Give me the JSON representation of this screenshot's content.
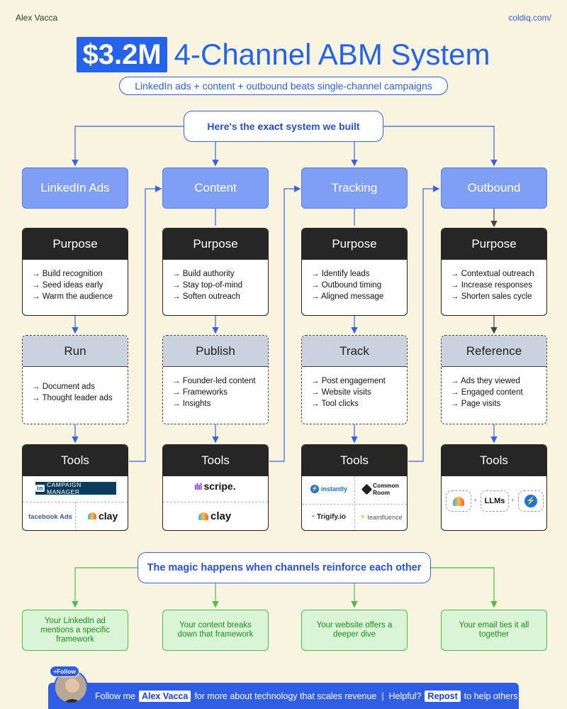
{
  "header": {
    "author": "Alex Vacca",
    "site": "coldiq.com/"
  },
  "title": {
    "highlight": "$3.2M",
    "rest": "4-Channel ABM System"
  },
  "subtitle": "LinkedIn ads + content + outbound beats single-channel campaigns",
  "hero": {
    "pre": "Here's the",
    "bold": "exact",
    "post": "system we built"
  },
  "channels": [
    {
      "name": "LinkedIn Ads",
      "purpose_title": "Purpose",
      "purpose": [
        "Build recognition",
        "Seed ideas early",
        "Warm the audience"
      ],
      "step_title": "Run",
      "step_items": [
        "Document ads",
        "Thought leader ads"
      ],
      "tools_title": "Tools",
      "tools": [
        "CAMPAIGN MANAGER",
        "facebook Ads",
        "clay"
      ]
    },
    {
      "name": "Content",
      "purpose_title": "Purpose",
      "purpose": [
        "Build authority",
        "Stay top-of-mind",
        "Soften outreach"
      ],
      "step_title": "Publish",
      "step_items": [
        "Founder-led content",
        "Frameworks",
        "Insights"
      ],
      "tools_title": "Tools",
      "tools": [
        "scripe.",
        "clay"
      ]
    },
    {
      "name": "Tracking",
      "purpose_title": "Purpose",
      "purpose": [
        "Identify leads",
        "Outbound timing",
        "Aligned message"
      ],
      "step_title": "Track",
      "step_items": [
        "Post engagement",
        "Website visits",
        "Tool clicks"
      ],
      "tools_title": "Tools",
      "tools": [
        "instantly",
        "Common Room",
        "Trigify.io",
        "teamfluence"
      ]
    },
    {
      "name": "Outbound",
      "purpose_title": "Purpose",
      "purpose": [
        "Contextual outreach",
        "Increase responses",
        "Shorten sales cycle"
      ],
      "step_title": "Reference",
      "step_items": [
        "Ads they viewed",
        "Engaged content",
        "Page visits"
      ],
      "tools_title": "Tools",
      "tools": [
        "LLMs"
      ]
    }
  ],
  "magic": "The magic happens when channels reinforce each other",
  "outcomes": [
    "Your LinkedIn ad mentions a specific framework",
    "Your content breaks down that framework",
    "Your website offers a deeper dive",
    "Your email ties it all together"
  ],
  "footer": {
    "follow_badge": "+Follow",
    "pre": "Follow me",
    "name": "Alex Vacca",
    "mid": "for more about technology that scales revenue  |  Helpful?",
    "repost": "Repost",
    "post": "to help others"
  },
  "colors": {
    "accent": "#2f5de3",
    "channel": "#7f9ef5",
    "outcome_green": "#4dbb4d",
    "background": "#f8f4df"
  }
}
